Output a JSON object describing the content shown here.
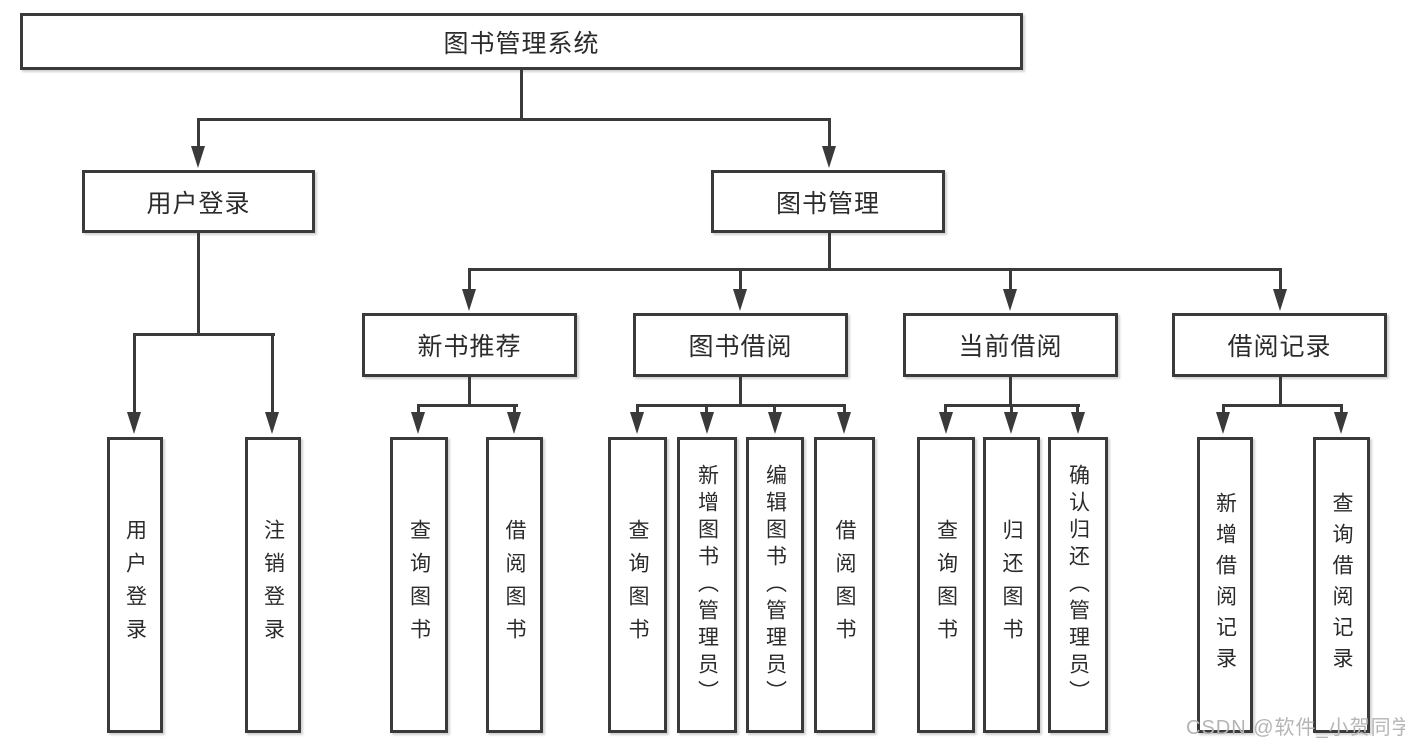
{
  "diagram": {
    "title": "图书管理系统",
    "root": "图书管理系统",
    "branches": [
      {
        "label": "用户登录",
        "children": [
          {
            "label": "用户登录"
          },
          {
            "label": "注销登录"
          }
        ]
      },
      {
        "label": "图书管理",
        "children": [
          {
            "label": "新书推荐",
            "children": [
              {
                "label": "查询图书"
              },
              {
                "label": "借阅图书"
              }
            ]
          },
          {
            "label": "图书借阅",
            "children": [
              {
                "label": "查询图书"
              },
              {
                "label": "新增图书（管理员）"
              },
              {
                "label": "编辑图书（管理员）"
              },
              {
                "label": "借阅图书"
              }
            ]
          },
          {
            "label": "当前借阅",
            "children": [
              {
                "label": "查询图书"
              },
              {
                "label": "归还图书"
              },
              {
                "label": "确认归还（管理员）"
              }
            ]
          },
          {
            "label": "借阅记录",
            "children": [
              {
                "label": "新增借阅记录"
              },
              {
                "label": "查询借阅记录"
              }
            ]
          }
        ]
      }
    ]
  },
  "watermark": {
    "text": "CSDN @软件_小贺同学"
  },
  "colors": {
    "line": "#3a3a3a",
    "text": "#2b2b2b",
    "watermark": "#b5b5b5",
    "background": "#ffffff"
  }
}
